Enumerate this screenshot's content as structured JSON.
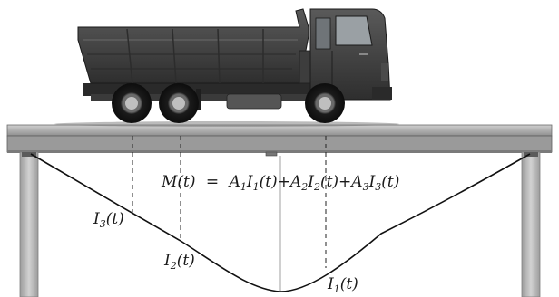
{
  "equation": {
    "lhs": "M(t)",
    "equals": "=",
    "terms": [
      {
        "coef": "A",
        "coef_sub": "1",
        "func": "I",
        "func_sub": "1",
        "arg": "(t)"
      },
      {
        "sep": "+",
        "coef": "A",
        "coef_sub": "2",
        "func": "I",
        "func_sub": "2",
        "arg": "(t)"
      },
      {
        "sep": "+",
        "coef": "A",
        "coef_sub": "3",
        "func": "I",
        "func_sub": "3",
        "arg": "(t)"
      }
    ]
  },
  "labels": {
    "i1": {
      "name": "I",
      "sub": "1",
      "arg": "(t)"
    },
    "i2": {
      "name": "I",
      "sub": "2",
      "arg": "(t)"
    },
    "i3": {
      "name": "I",
      "sub": "3",
      "arg": "(t)"
    }
  },
  "colors": {
    "deck": "#a9a9a9",
    "deck_edge": "#5e5e5e",
    "pier": "#b6b6b6",
    "curve": "#111111",
    "truck_body": "#454545",
    "truck_dark": "#222222"
  },
  "icons": {
    "vehicle": "dump-truck-icon",
    "sensor": "strain-gauge-icon"
  }
}
